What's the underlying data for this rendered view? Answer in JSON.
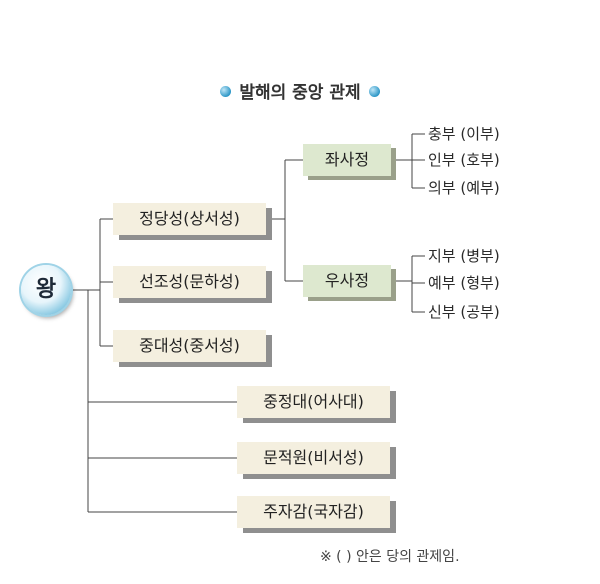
{
  "title": "발해의 중앙 관제",
  "king": "왕",
  "offices": {
    "jeongdang": "정당성(상서성)",
    "seonjo": "선조성(문하성)",
    "jungdae": "중대성(중서성)",
    "jungjeong": "중정대(어사대)",
    "munjeok": "문적원(비서성)",
    "juja": "주자감(국자감)"
  },
  "branches": {
    "left": "좌사정",
    "right": "우사정"
  },
  "left_ministries": [
    "충부 (이부)",
    "인부 (호부)",
    "의부 (예부)"
  ],
  "right_ministries": [
    "지부 (병부)",
    "예부 (형부)",
    "신부 (공부)"
  ],
  "note": "※ ( ) 안은 당의 관제임."
}
